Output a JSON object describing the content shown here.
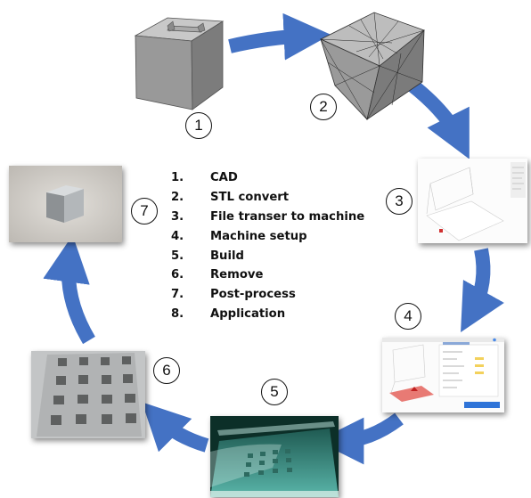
{
  "steps": [
    {
      "number": "1.",
      "label": "CAD"
    },
    {
      "number": "2.",
      "label": "STL convert"
    },
    {
      "number": "3.",
      "label": "File transer to machine"
    },
    {
      "number": "4.",
      "label": "Machine setup"
    },
    {
      "number": "5.",
      "label": "Build"
    },
    {
      "number": "6.",
      "label": "Remove"
    },
    {
      "number": "7.",
      "label": "Post-process"
    },
    {
      "number": "8.",
      "label": "Application"
    }
  ],
  "markers": [
    "1",
    "2",
    "3",
    "4",
    "5",
    "6",
    "7"
  ],
  "colors": {
    "arrow": "#4472c4",
    "cube_front": "#999999",
    "cube_top": "#c8c8c8",
    "cube_side": "#7c7c7c",
    "powder_bed": "#5ab6aa"
  },
  "icons": [
    "cad-cube-icon",
    "stl-mesh-cube-icon",
    "slicer-screenshot-icon",
    "machine-setup-screenshot-icon",
    "build-chamber-photo-icon",
    "removed-parts-photo-icon",
    "finished-part-photo-icon"
  ]
}
